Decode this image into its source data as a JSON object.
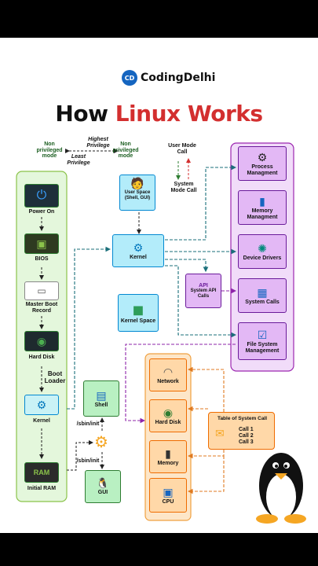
{
  "brand": {
    "logo_text": "CD",
    "name": "CodingDelhi"
  },
  "title": {
    "part1": "How",
    "part2": "Linux Works"
  },
  "privilege_legend": {
    "non_privileged_left": "Non privileged mode",
    "highest_privilege": "Highest Privilege",
    "least_privilege": "Least Privilege",
    "non_privileged_right": "Non privileged mode"
  },
  "mode_calls": {
    "user_mode_call": "User Mode Call",
    "system_mode_call": "System Mode Call"
  },
  "boot_sequence": {
    "power_on": "Power On",
    "bios": "BIOS",
    "master_boot_record": "Master Boot Record",
    "hard_disk": "Hard Disk",
    "boot_loader": "Boot Loader",
    "kernel": "Kernel",
    "initial_ram": "Initial RAM",
    "ram_chip_text": "RAM"
  },
  "center": {
    "user_space": "User Space (Shell, GUI)",
    "kernel": "Kernel",
    "kernel_space": "Kernel Space",
    "system_api_calls": "System API Calls",
    "api_chip_text": "API"
  },
  "kernel_functions": {
    "process_management": "Process Managment",
    "memory_management": "Memory Managment",
    "device_drivers": "Device Drivers",
    "system_calls": "System Calls",
    "file_system_management": "File System Management"
  },
  "bottom_left": {
    "shell": "Shell",
    "gui": "GUI",
    "sbin_init_1": "/sbin/init",
    "sbin_init_2": "/sbin/init"
  },
  "resources": {
    "network": "Network",
    "hard_disk": "Hard Disk",
    "memory": "Memory",
    "cpu": "CPU"
  },
  "system_call_table": {
    "title": "Table of System Call",
    "calls": [
      "Call 1",
      "Call 2",
      "Call 3"
    ]
  },
  "colors": {
    "green_panel": "#e4f7dc",
    "green_border": "#8bc34a",
    "purple_panel": "#f1dcf9",
    "purple_border": "#9c27b0",
    "orange_panel": "#fde6c8",
    "orange_border": "#f0a040",
    "title_red": "#d32f2f",
    "arrow_teal": "#1a6f7a",
    "arrow_orange": "#e07a20",
    "arrow_purple": "#8e24aa"
  }
}
